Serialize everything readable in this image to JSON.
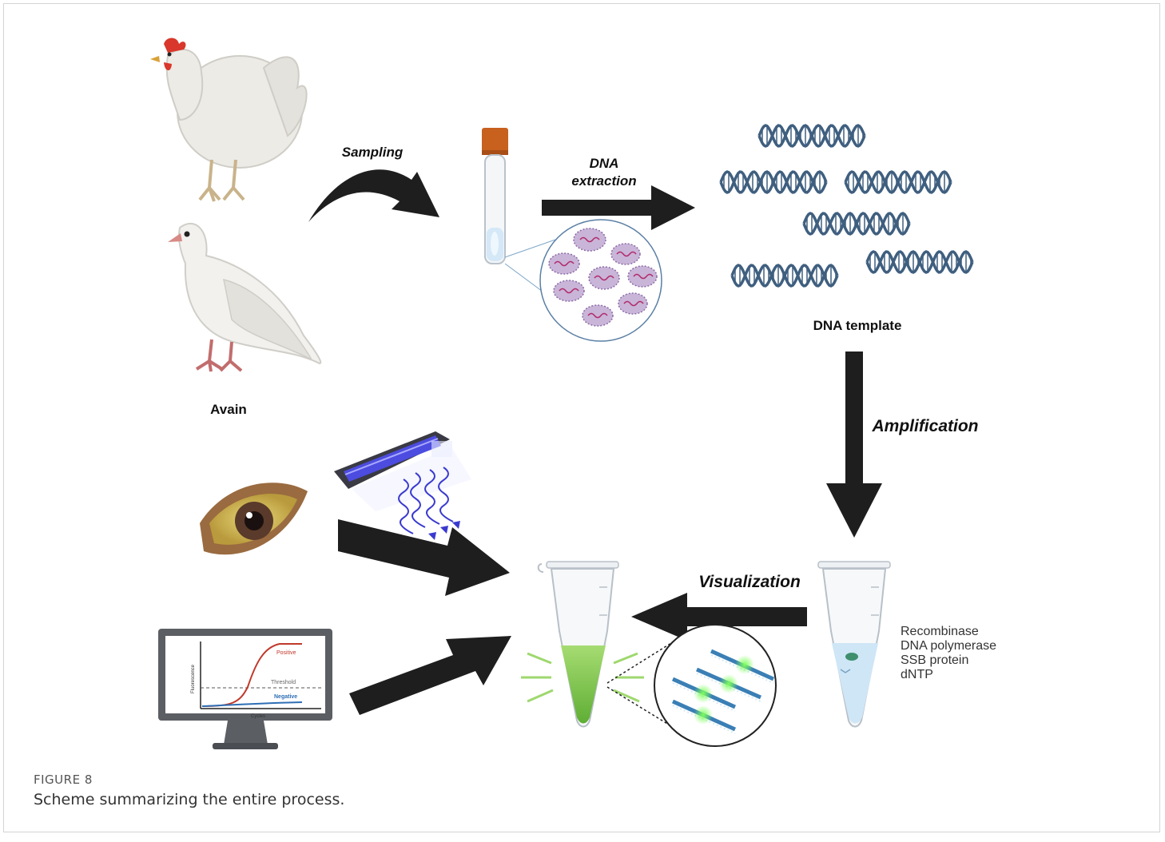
{
  "labels": {
    "sampling": "Sampling",
    "dna_extraction_line1": "DNA",
    "dna_extraction_line2": "extraction",
    "dna_template": "DNA template",
    "amplification": "Amplification",
    "visualization": "Visualization",
    "avain": "Avain"
  },
  "reagents": [
    "Recombinase",
    "DNA polymerase",
    "SSB protein",
    "dNTP"
  ],
  "chart_inset": {
    "positive": "Positive",
    "threshold": "Threshold",
    "negative": "Negative",
    "xlabel": "Cycles",
    "ylabel": "Fluorescence"
  },
  "figure": {
    "label": "FIGURE 8",
    "caption": "Scheme summarizing the entire process."
  },
  "colors": {
    "arrow": "#1e1e1e",
    "dna": "#3f5f7f",
    "tube_cap": "#c8601e",
    "green_fluid": "#7ccb4a",
    "blue_fluid": "#cfe6f6",
    "positive_curve": "#c0392b",
    "negative_curve": "#2e6fb5",
    "uv_light": "#3a3ad0"
  }
}
